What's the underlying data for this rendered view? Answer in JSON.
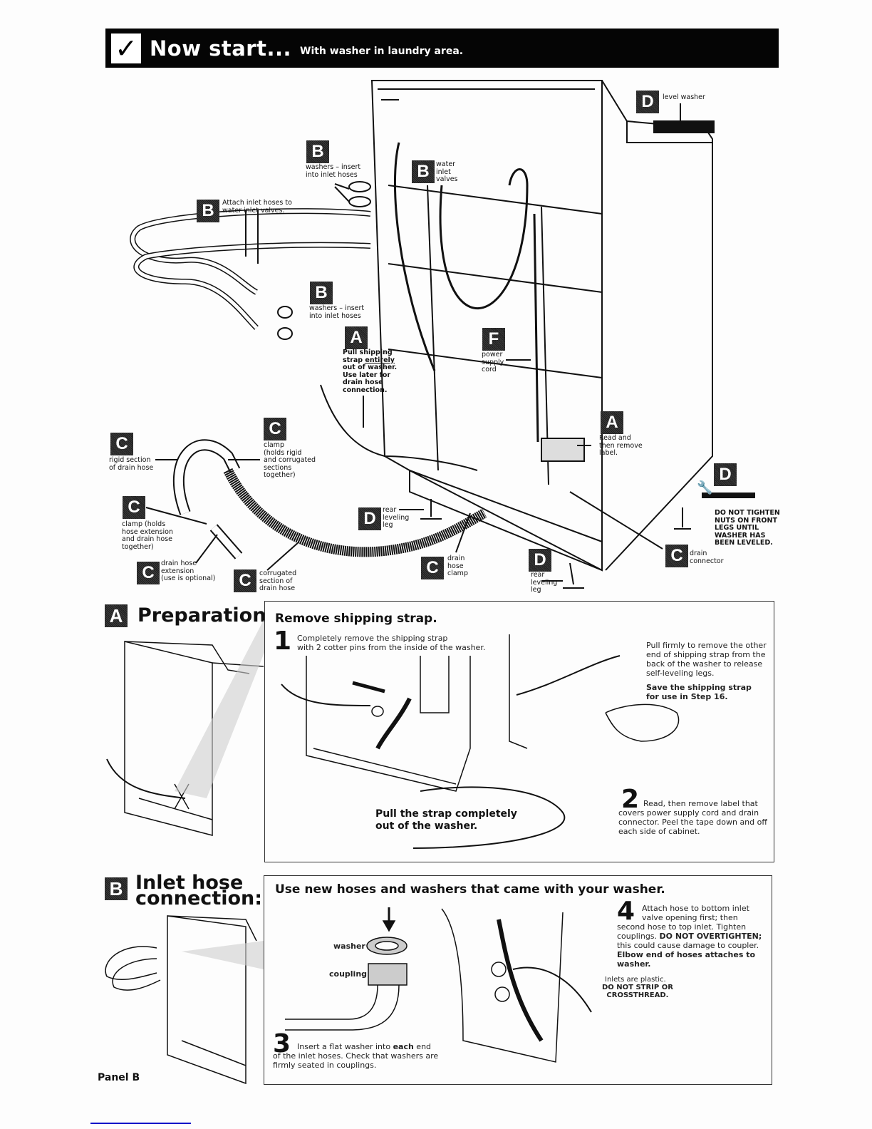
{
  "banner": {
    "icon": "checkmark-icon",
    "title": "Now start...",
    "subtitle": "With washer in laundry area."
  },
  "overview": {
    "callouts": {
      "level_washer": {
        "badge": "D",
        "text": "level washer"
      },
      "washers_insert_top": {
        "badge": "B",
        "text": "washers – insert\ninto inlet hoses"
      },
      "water_inlet_valves": {
        "badge": "B",
        "text": "water\ninlet\nvalves"
      },
      "attach_inlet_hoses": {
        "badge": "B",
        "text": "Attach inlet hoses to\nwater inlet valves."
      },
      "washers_insert_mid": {
        "badge": "B",
        "text": "washers – insert\ninto inlet hoses"
      },
      "pull_shipping_strap": {
        "badge": "A",
        "text_line1": "Pull shipping",
        "text_line2a": "strap ",
        "text_line2b": "entirely",
        "text_rest": "out of washer.\nUse later for\ndrain hose\nconnection."
      },
      "power_supply_cord": {
        "badge": "F",
        "text": "power\nsupply\ncord"
      },
      "read_remove_label": {
        "badge": "A",
        "text": "Read and\nthen remove\nlabel."
      },
      "rigid_section": {
        "badge": "C",
        "text": "rigid section\nof drain hose"
      },
      "clamp_rigid": {
        "badge": "C",
        "text": "clamp\n(holds rigid\nand corrugated\nsections\ntogether)"
      },
      "clamp_extension": {
        "badge": "C",
        "text": "clamp (holds\nhose extension\nand drain hose\ntogether)"
      },
      "drain_hose_extension": {
        "badge": "C",
        "text": "drain hose\nextension\n(use is optional)"
      },
      "corrugated_section": {
        "badge": "C",
        "text": "corrugated\nsection of\ndrain hose"
      },
      "rear_leveling_leg_left": {
        "badge": "D",
        "text": "rear\nleveling\nleg"
      },
      "drain_hose_clamp": {
        "badge": "C",
        "text": "drain\nhose\nclamp"
      },
      "rear_leveling_leg_right": {
        "badge": "D",
        "text": "rear\nleveling\nleg"
      },
      "front_legs_warning": {
        "badge": "D",
        "text": "DO NOT TIGHTEN\nNUTS ON FRONT\nLEGS UNTIL\nWASHER HAS\nBEEN LEVELED."
      },
      "drain_connector": {
        "badge": "C",
        "text": "drain\nconnector"
      }
    }
  },
  "section_a": {
    "badge": "A",
    "title": "Preparation:",
    "panel_title": "Remove shipping strap.",
    "step1": {
      "num": "1",
      "text": "Completely remove the shipping strap\nwith 2 cotter pins from the inside of the washer."
    },
    "pull_note": "Pull firmly to remove the other\nend of shipping strap from the\nback of the washer to release\nself-leveling legs.",
    "save_note": "Save the shipping strap\nfor use in Step 16.",
    "strap_caption": "Pull the strap completely\nout of the washer.",
    "step2": {
      "num": "2",
      "text_first": "Read, then remove label that",
      "text_rest": "covers power supply cord and drain\nconnector. Peel the tape down and off\neach side of cabinet."
    }
  },
  "section_b": {
    "badge": "B",
    "title_line1": "Inlet hose",
    "title_line2": "connection:",
    "panel_title": "Use new hoses and washers that came with your washer.",
    "washer_label": "washer",
    "coupling_label": "coupling",
    "step3": {
      "num": "3",
      "text_a": "Insert a flat washer into ",
      "text_bold": "each",
      "text_b": " end",
      "text_rest": "of the inlet hoses. Check that washers are\nfirmly seated in couplings."
    },
    "step4": {
      "num": "4",
      "line1": "Attach hose to bottom inlet",
      "line2": "valve opening first; then",
      "line3": "second hose to top inlet. Tighten",
      "line4a": "couplings. ",
      "line4b": "DO NOT OVERTIGHTEN;",
      "line5": "this could cause damage to coupler.",
      "line6": "Elbow end of hoses attaches to\nwasher."
    },
    "plastic_note": "Inlets are plastic.",
    "plastic_warning": "DO NOT STRIP OR\nCROSSTHREAD."
  },
  "footer": {
    "panel_label": "Panel B"
  }
}
